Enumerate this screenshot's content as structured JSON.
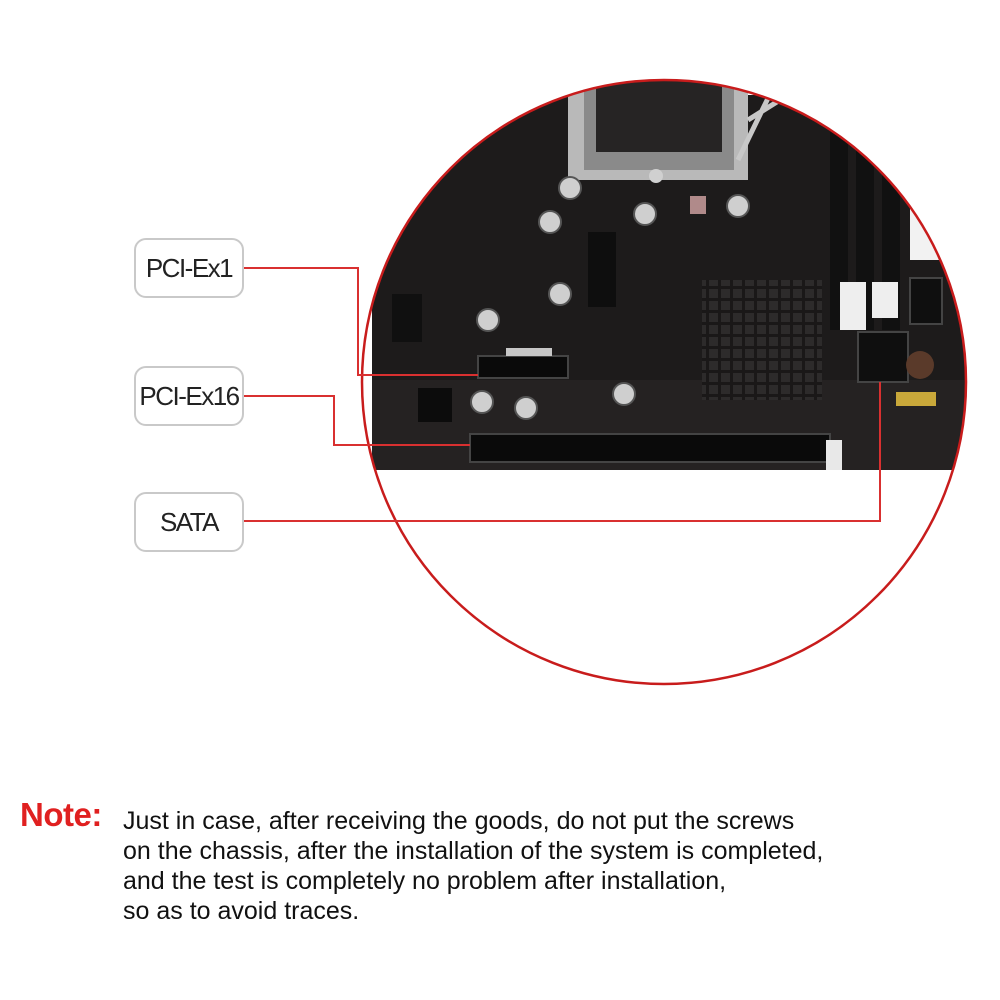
{
  "labels": {
    "pcie_x1": "PCI-Ex1",
    "pcie_x16": "PCI-Ex16",
    "sata": "SATA"
  },
  "note": {
    "title": "Note:",
    "lines": [
      "Just in case, after receiving the goods, do not put the screws",
      "on the chassis, after the installation of the system is completed,",
      "and the test is completely no problem after installation,",
      "so as to avoid traces."
    ]
  },
  "colors": {
    "accent": "#e02020",
    "board": "#1c1a1a",
    "callout_line": "#d93030"
  }
}
